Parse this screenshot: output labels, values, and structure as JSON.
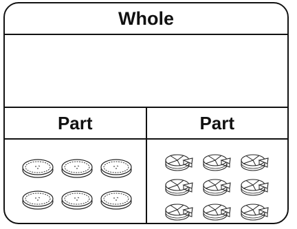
{
  "chart": {
    "whole_label": "Whole",
    "parts": [
      {
        "label": "Part",
        "item": "pie-icon",
        "count": 6,
        "rows": 2,
        "cols": 3
      },
      {
        "label": "Part",
        "item": "cake-icon",
        "count": 9,
        "rows": 3,
        "cols": 3
      }
    ]
  }
}
